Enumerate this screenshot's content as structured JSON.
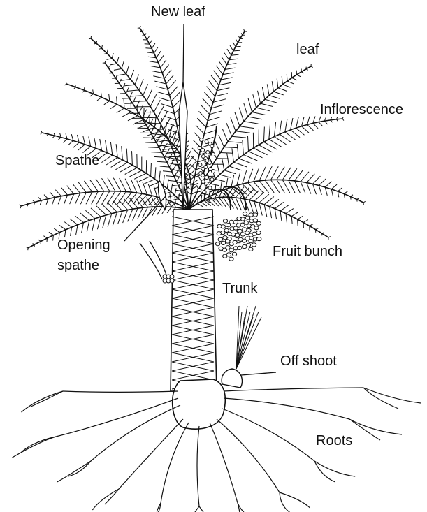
{
  "labels": {
    "new_leaf": "New leaf",
    "leaf": "leaf",
    "inflorescence": "Inflorescence",
    "spathe": "Spathe",
    "opening_spathe_line1": "Opening",
    "opening_spathe_line2": "spathe",
    "fruit_bunch": "Fruit bunch",
    "trunk": "Trunk",
    "off_shoot": "Off shoot",
    "roots": "Roots"
  },
  "colors": {
    "ink": "#111111",
    "background": "#ffffff"
  }
}
